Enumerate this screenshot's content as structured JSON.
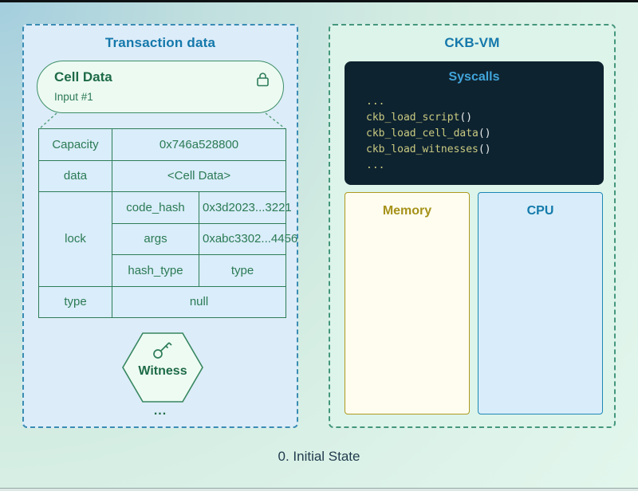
{
  "caption": "0. Initial State",
  "left_panel": {
    "title": "Transaction data",
    "cell": {
      "title": "Cell Data",
      "subtitle": "Input #1"
    },
    "table": {
      "capacity_label": "Capacity",
      "capacity_value": "0x746a528800",
      "data_label": "data",
      "data_value": "<Cell Data>",
      "lock_label": "lock",
      "code_hash_label": "code_hash",
      "code_hash_value": "0x3d2023...3221",
      "args_label": "args",
      "args_value": "0xabc3302...4456",
      "hash_type_label": "hash_type",
      "hash_type_value": "type",
      "type_label": "type",
      "type_value": "null"
    },
    "witness": {
      "label": "Witness"
    },
    "more": "..."
  },
  "right_panel": {
    "title": "CKB-VM",
    "syscalls": {
      "title": "Syscalls",
      "lines": [
        {
          "fn": "...",
          "paren": ""
        },
        {
          "fn": "ckb_load_script",
          "paren": "()"
        },
        {
          "fn": "ckb_load_cell_data",
          "paren": "()"
        },
        {
          "fn": "ckb_load_witnesses",
          "paren": "()"
        },
        {
          "fn": "...",
          "paren": ""
        }
      ]
    },
    "memory_label": "Memory",
    "cpu_label": "CPU"
  },
  "colors": {
    "left_panel_border": "#3a8cb4",
    "right_panel_border": "#44977c",
    "title_blue": "#1478ab",
    "green_dark": "#1e6b47",
    "green": "#2b7a54",
    "syscalls_bg": "#0e2330",
    "syscalls_title": "#41a5da",
    "code_khaki": "#c9ca80",
    "memory_accent": "#a6921a",
    "cpu_accent": "#137aab"
  }
}
